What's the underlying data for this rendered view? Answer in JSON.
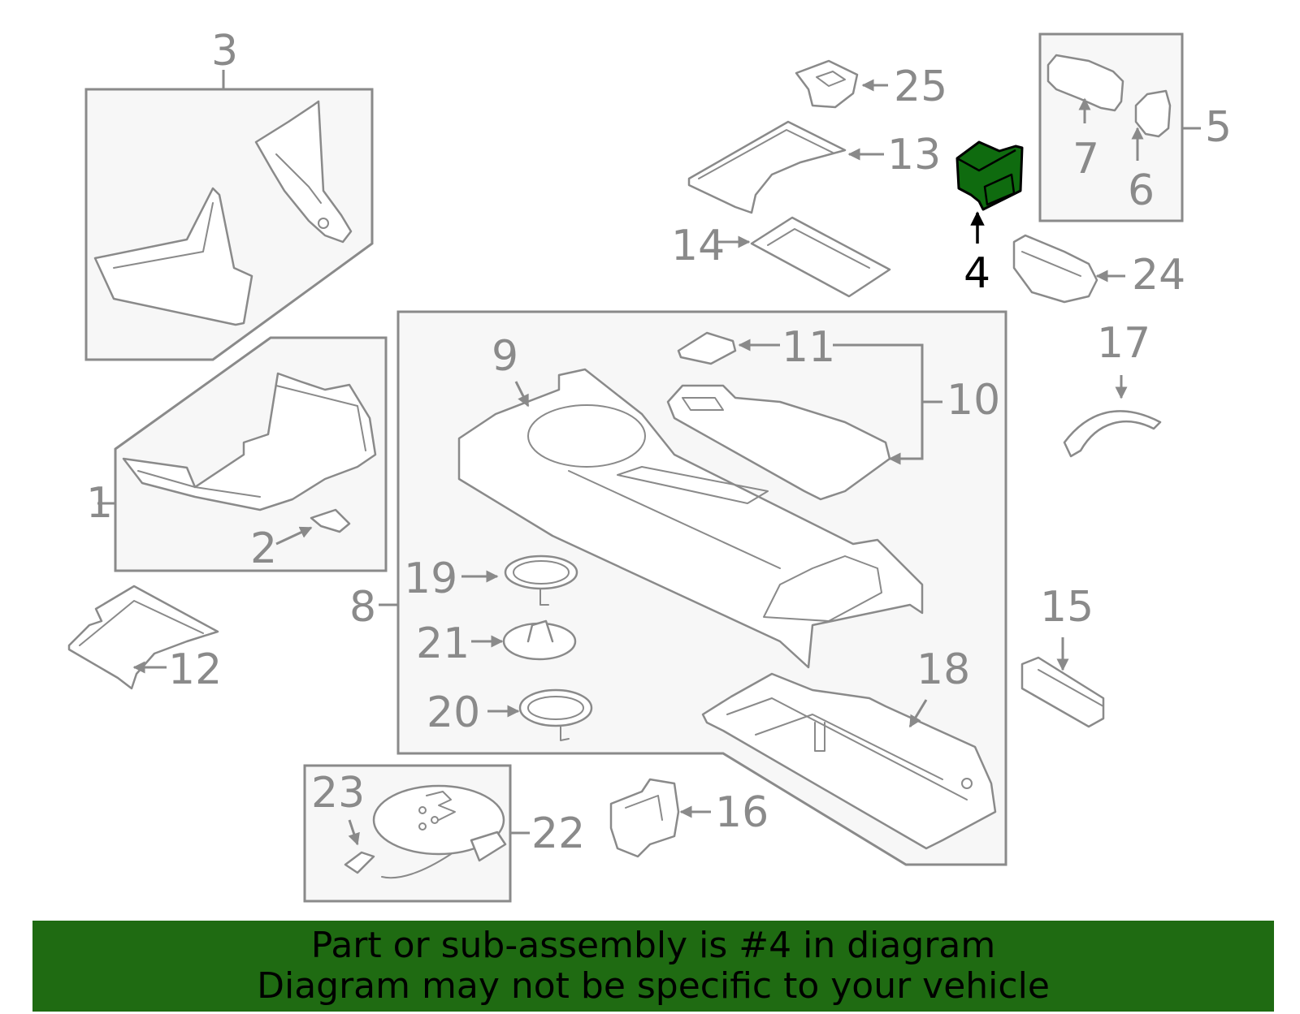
{
  "callouts": [
    "1",
    "2",
    "3",
    "4",
    "5",
    "6",
    "7",
    "8",
    "9",
    "10",
    "11",
    "12",
    "13",
    "14",
    "15",
    "16",
    "17",
    "18",
    "19",
    "20",
    "21",
    "22",
    "23",
    "24",
    "25"
  ],
  "highlighted_callout": "4",
  "colors": {
    "highlight": "#0f6b0f",
    "banner": "#1f6b12",
    "linework": "#8a8a8a"
  },
  "banner": {
    "line1": "Part or sub-assembly is #4 in diagram",
    "line2": "Diagram may not be specific to your vehicle"
  }
}
